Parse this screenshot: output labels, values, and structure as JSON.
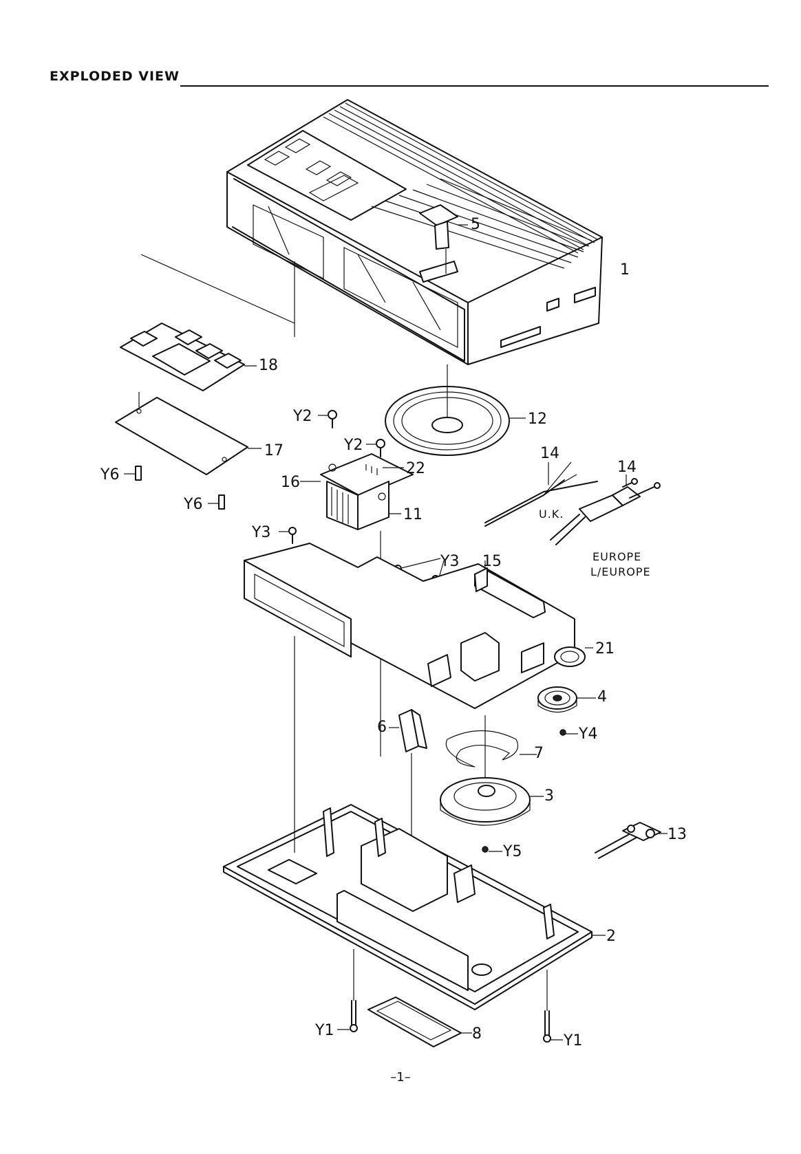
{
  "header": {
    "title": "EXPLODED VIEW"
  },
  "footer": {
    "page_number": "–1–"
  },
  "labels": {
    "p1": "1",
    "p2": "2",
    "p3": "3",
    "p4": "4",
    "p5": "5",
    "p6": "6",
    "p7": "7",
    "p8": "8",
    "p11": "11",
    "p12": "12",
    "p13": "13",
    "p14a": "14",
    "p14b": "14",
    "p15": "15",
    "p16": "16",
    "p17": "17",
    "p18": "18",
    "p21": "21",
    "p22": "22",
    "y1a": "Y1",
    "y1b": "Y1",
    "y2a": "Y2",
    "y2b": "Y2",
    "y3a": "Y3",
    "y3b": "Y3",
    "y4": "Y4",
    "y5": "Y5",
    "y6a": "Y6",
    "y6b": "Y6"
  },
  "notes": {
    "uk": "U.K.",
    "europe": "EUROPE",
    "l_europe": "L/EUROPE"
  }
}
